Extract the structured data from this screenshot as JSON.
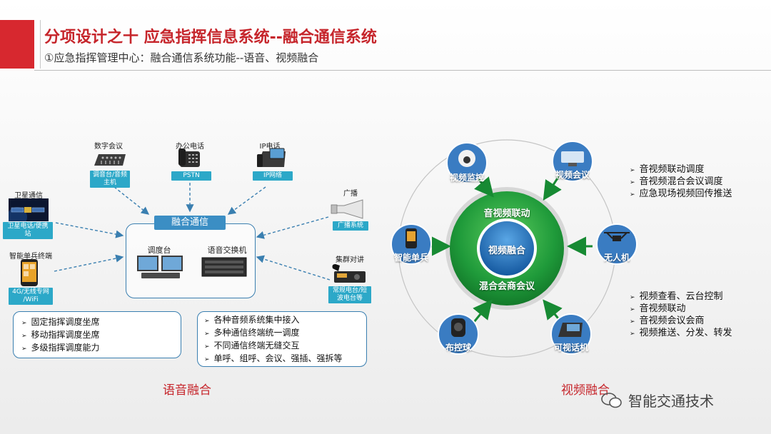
{
  "header": {
    "title": "分项设计之十  应急指挥信息系统--融合通信系统",
    "subtitle": "①应急指挥管理中心：融合通信系统功能--语音、视频融合"
  },
  "voice": {
    "hub_title": "融合通信",
    "console_label": "调度台",
    "switch_label": "语音交换机",
    "devices": {
      "mixer": {
        "label": "数字会议",
        "tag_line1": "调音台/音频",
        "tag_line2": "主机"
      },
      "office": {
        "label": "办公电话",
        "tag": "PSTN"
      },
      "ip": {
        "label": "IP电话",
        "tag": "IP网络"
      },
      "satellite": {
        "label": "卫星通信",
        "tag": "卫星电话/便携站"
      },
      "phone": {
        "label": "智能单兵终端",
        "tag_line1": "4G/无线专网",
        "tag_line2": "/WiFi"
      },
      "broadcast": {
        "label": "广播",
        "tag": "广播系统"
      },
      "radio": {
        "label": "集群对讲",
        "tag_line1": "常规电台/短",
        "tag_line2": "波电台等"
      }
    },
    "left_list": [
      "固定指挥调度坐席",
      "移动指挥调度坐席",
      "多级指挥调度能力"
    ],
    "right_list": [
      "各种音频系统集中接入",
      "多种通信终端统一调度",
      "不同通信终端无缝交互",
      "单呼、组呼、会议、强插、强拆等"
    ],
    "section_title": "语音融合"
  },
  "video": {
    "ring_top": "音视频联动",
    "ring_bottom": "混合会商会议",
    "center": "视频融合",
    "nodes": {
      "monitor": "视频监控",
      "conference": "视频会议",
      "soldier": "智能单兵",
      "drone": "无人机",
      "ptz": "布控球",
      "videophone": "可视话机"
    },
    "list_top": [
      "音视频联动调度",
      "音视频混合会议调度",
      "应急现场视频回传推送"
    ],
    "list_bottom": [
      "视频查看、云台控制",
      "音视频联动",
      "音视频会议会商",
      "视频推送、分发、转发"
    ],
    "section_title": "视频融合"
  },
  "watermark": "智能交通技术",
  "colors": {
    "accent_red": "#c6252b",
    "hub_blue": "#3b8ec4",
    "tag_cyan": "#2ca8c8",
    "ring_green": "#1f9a3a",
    "core_blue": "#1f6fb5"
  }
}
